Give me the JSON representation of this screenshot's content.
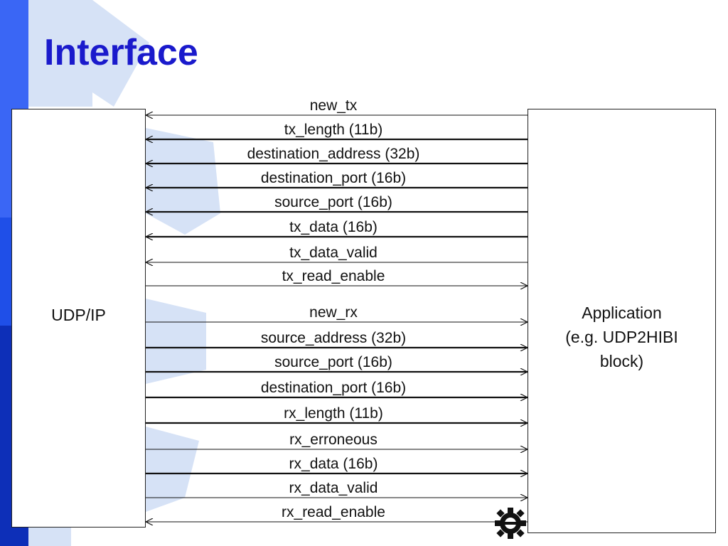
{
  "slide": {
    "title": "Interface",
    "udp_block_label": "UDP/IP",
    "app_block_label_lines": [
      "Application",
      "(e.g. UDP2HIBI",
      "block)"
    ]
  },
  "colors": {
    "title": "#1a1acc",
    "sidebar_light": "#3a66f5",
    "sidebar_mid": "#1f4fe8",
    "sidebar_dark": "#0d2fb8",
    "gear_watermark": "#d6e2f6"
  },
  "signals": [
    {
      "name": "new_tx",
      "direction": "to-udp",
      "bus": false
    },
    {
      "name": "tx_length (11b)",
      "direction": "to-udp",
      "bus": true
    },
    {
      "name": "destination_address (32b)",
      "direction": "to-udp",
      "bus": true
    },
    {
      "name": "destination_port (16b)",
      "direction": "to-udp",
      "bus": true
    },
    {
      "name": "source_port (16b)",
      "direction": "to-udp",
      "bus": true
    },
    {
      "name": "tx_data (16b)",
      "direction": "to-udp",
      "bus": true
    },
    {
      "name": "tx_data_valid",
      "direction": "to-udp",
      "bus": false
    },
    {
      "name": "tx_read_enable",
      "direction": "to-app",
      "bus": false
    },
    {
      "name": "new_rx",
      "direction": "to-app",
      "bus": false
    },
    {
      "name": "source_address (32b)",
      "direction": "to-app",
      "bus": true
    },
    {
      "name": "source_port (16b)",
      "direction": "to-app",
      "bus": true
    },
    {
      "name": "destination_port (16b)",
      "direction": "to-app",
      "bus": true
    },
    {
      "name": "rx_length (11b)",
      "direction": "to-app",
      "bus": true
    },
    {
      "name": "rx_erroneous",
      "direction": "to-app",
      "bus": false
    },
    {
      "name": "rx_data (16b)",
      "direction": "to-app",
      "bus": true
    },
    {
      "name": "rx_data_valid",
      "direction": "to-app",
      "bus": false
    },
    {
      "name": "rx_read_enable",
      "direction": "to-udp",
      "bus": false
    }
  ],
  "icons": {
    "corner_logo": "gear-logo-icon",
    "background": "gear-watermark-icon"
  }
}
